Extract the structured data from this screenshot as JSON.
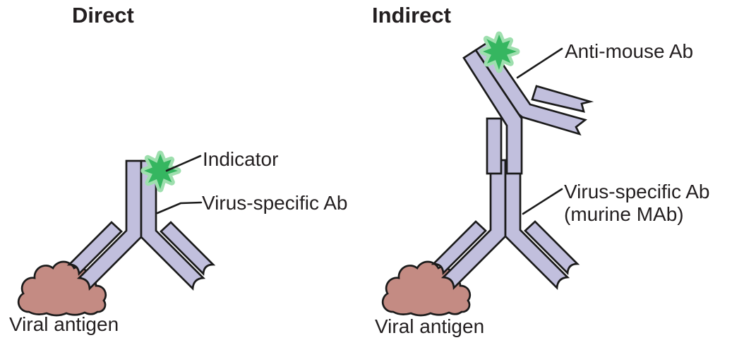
{
  "colors": {
    "antibody_fill": "#c1bfdd",
    "antigen_fill": "#c48b83",
    "indicator_core": "#35b660",
    "indicator_halo": "#9edfae",
    "outline": "#1b1b1b",
    "text": "#231f20"
  },
  "direct_panel": {
    "title": "Direct",
    "indicator_label": "Indicator",
    "virus_ab_label": "Virus-specific Ab",
    "antigen_label": "Viral antigen"
  },
  "indirect_panel": {
    "title": "Indirect",
    "anti_mouse_label": "Anti-mouse Ab",
    "virus_ab_label_line1": "Virus-specific Ab",
    "virus_ab_label_line2": "(murine MAb)",
    "antigen_label": "Viral antigen"
  }
}
